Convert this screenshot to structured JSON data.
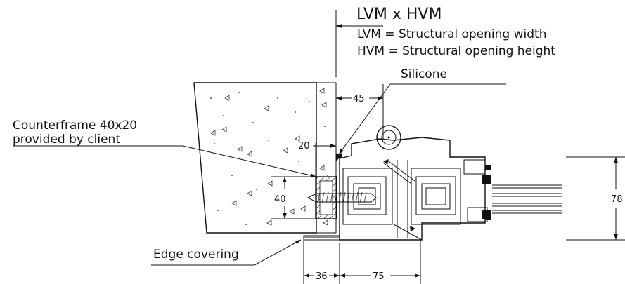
{
  "header": {
    "title": "LVM x HVM",
    "line1": "LVM = Structural opening width",
    "line2": "HVM = Structural opening height"
  },
  "labels": {
    "silicone": "Silicone",
    "counterframe_line1": "Counterframe 40x20",
    "counterframe_line2": "provided by client",
    "edge_covering": "Edge covering"
  },
  "dimensions": {
    "d45": "45",
    "d20": "20",
    "d40": "40",
    "d78": "78",
    "d36": "36",
    "d75": "75"
  }
}
